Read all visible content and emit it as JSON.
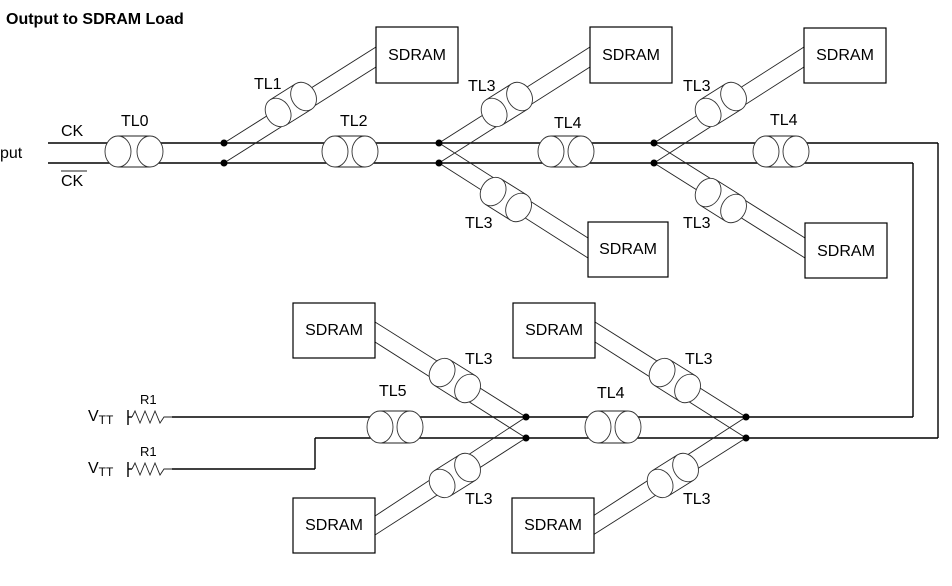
{
  "title": "Output to SDRAM Load",
  "input": {
    "label": "put",
    "ck": "CK",
    "ck_bar": "CK"
  },
  "transmission_lines": {
    "tl0": "TL0",
    "tl1": "TL1",
    "tl2": "TL2",
    "tl3": "TL3",
    "tl4": "TL4",
    "tl5": "TL5"
  },
  "sdram_label": "SDRAM",
  "termination": {
    "resistor": "R1",
    "supply_main": "V",
    "supply_sub": "TT"
  },
  "loads": [
    {
      "id": "top-1",
      "line": "TL1"
    },
    {
      "id": "top-2",
      "line": "TL3"
    },
    {
      "id": "top-3",
      "line": "TL3"
    },
    {
      "id": "mid-1",
      "line": "TL3"
    },
    {
      "id": "mid-2",
      "line": "TL3"
    },
    {
      "id": "bot-left-up",
      "line": "TL3"
    },
    {
      "id": "bot-left-down",
      "line": "TL3"
    },
    {
      "id": "bot-right-up",
      "line": "TL3"
    },
    {
      "id": "bot-right-down",
      "line": "TL3"
    }
  ]
}
